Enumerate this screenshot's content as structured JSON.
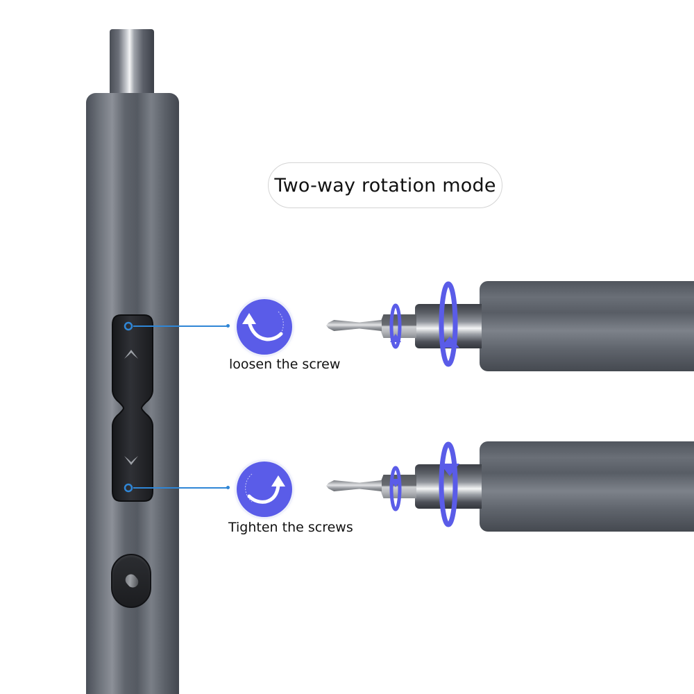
{
  "title": "Two-way rotation mode",
  "modes": [
    {
      "id": "loosen",
      "label": "loosen the screw",
      "direction": "counter-clockwise",
      "icon": "rotate-ccw-arrow-icon",
      "button": "up-chevron-button"
    },
    {
      "id": "tighten",
      "label": "Tighten the screws",
      "direction": "clockwise",
      "icon": "rotate-cw-arrow-icon",
      "button": "down-chevron-button"
    }
  ],
  "colors": {
    "accent_purple": "#5a5ce8",
    "callout_blue": "#2f86d6",
    "body_gray": "#60656d",
    "background": "#ffffff"
  },
  "icons": {
    "up_button": "chevron-up-icon",
    "down_button": "chevron-down-icon",
    "power_button": "power-button-icon"
  }
}
